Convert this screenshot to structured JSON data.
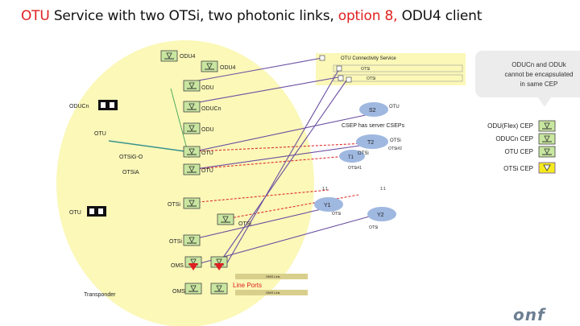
{
  "title": {
    "prefix": "OTU",
    "part1": " Service with two OTSi, two photonic links, ",
    "highlight": "option 8,",
    "part2": " ODU4 client"
  },
  "callout": {
    "line1": "ODUCn and ODUk",
    "line2": "cannot be encapsulated",
    "line3": "in same CEP"
  },
  "legend": [
    {
      "label": "ODU(Flex) CEP",
      "color": "#c8e6a0",
      "border": "#444"
    },
    {
      "label": "ODUCn CEP",
      "color": "#c8e6a0",
      "border": "#444"
    },
    {
      "label": "OTU CEP",
      "color": "#c8e6a0",
      "border": "#444"
    },
    {
      "label": "OTSi CEP",
      "color": "#f5ea1e",
      "border": "#6b4ea0"
    }
  ],
  "labels": {
    "odu4_top": "ODU4",
    "odu4_second": "ODU4",
    "odu": "ODU",
    "oducn_left": "ODUCn",
    "oducn_mid": "ODUCn",
    "odu_lower": "ODU",
    "otu_left": "OTU",
    "otu_mid": "OTU",
    "otu_lower": "OTU",
    "otsig_o": "OTSiG-O",
    "otsia": "OTSiA",
    "otu_bottom": "OTU",
    "otsi_1": "OTSi",
    "otsi_2": "OTSi",
    "otsi_3": "OTSi",
    "oms": "OMS",
    "oms_bottom": "OMS",
    "transponder": "Transponder",
    "line_ports": "Line Ports",
    "oms_link_1": "OMS Link",
    "oms_link_2": "OMS Link",
    "connectivity": "OTU Connectivity Service",
    "cs_otsi_1": "OTSi",
    "cs_otsi_2": "OTSi",
    "s2": "S2",
    "s2_otu": "OTU",
    "csep": "CSEP has server CSEPs",
    "t2": "T2",
    "t2_otsi": "OTSi",
    "t1": "T1",
    "t1_otsi": "OTSi",
    "otsi2": "OTSi#2",
    "otsi1": "OTSi#1",
    "one_a": "1:1",
    "one_b": "1:1",
    "y1": "Y1",
    "y1_otsi": "OTSi",
    "y2": "Y2",
    "y2_otsi": "OTSi"
  },
  "colors": {
    "node_area": "#fbf8b8",
    "accent_red": "#e02020",
    "cep_green": "#c8e6a0",
    "otsi_yellow": "#f5ea1e",
    "ellipse_blue": "#9fb8e0",
    "line_purple": "#6b4ea0",
    "line_red": "#e03030",
    "line_blue": "#4d8fd6",
    "line_green": "#2e9a4a",
    "link_bar": "#d9cf8c"
  }
}
